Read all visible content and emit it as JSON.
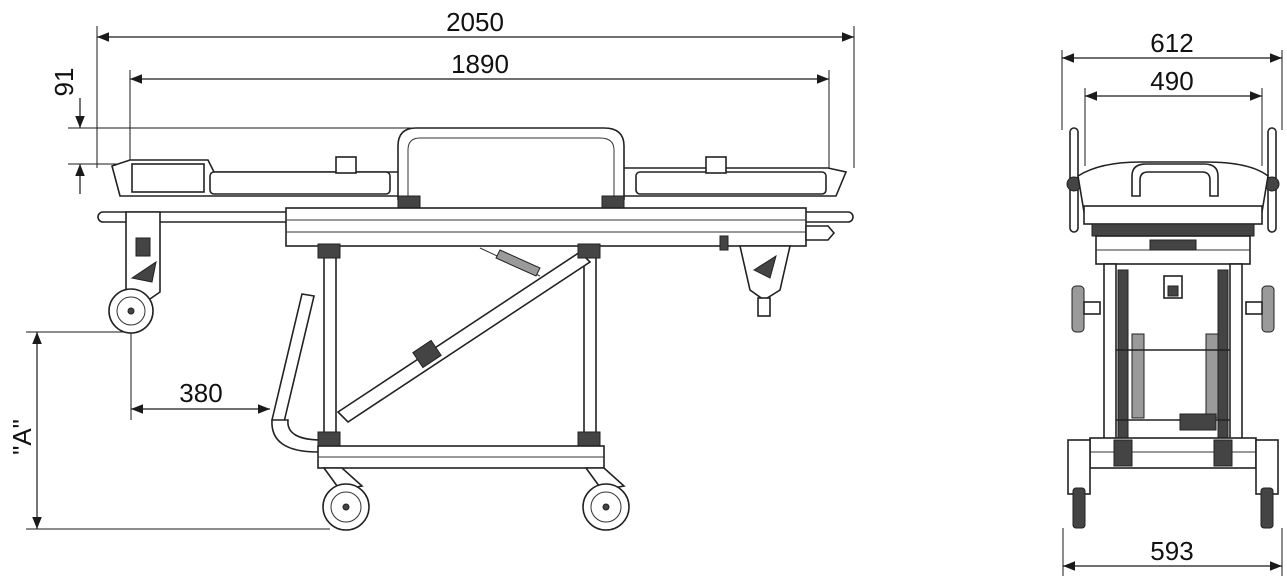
{
  "dimensions": {
    "overall_length": "2050",
    "frame_length": "1890",
    "mattress_height": "91",
    "wheel_offset": "380",
    "variable_height": "\"A\"",
    "overall_width": "612",
    "frame_width": "490",
    "wheel_track": "593"
  }
}
